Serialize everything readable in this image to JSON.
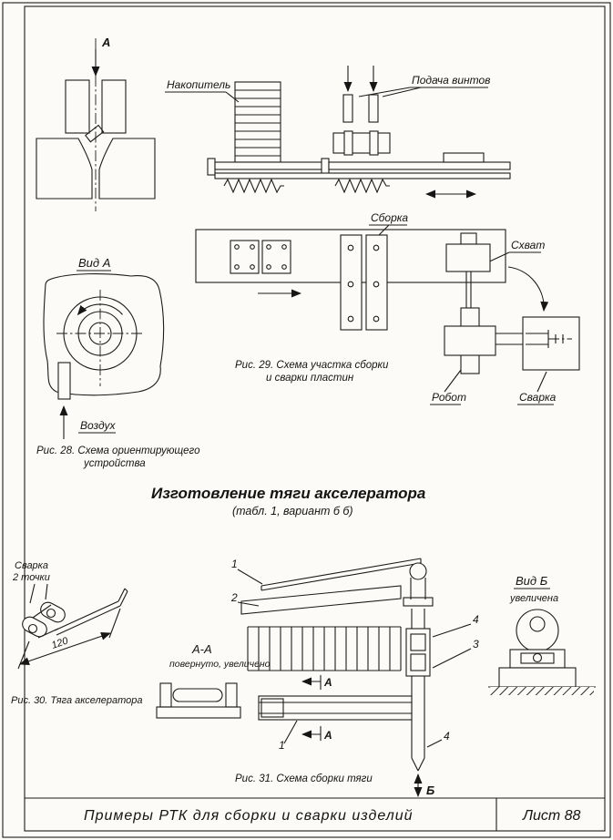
{
  "sheet": {
    "footer_title": "Примеры РТК для сборки и сварки изделий",
    "sheet_number": "Лист 88"
  },
  "fig28": {
    "arrow_label": "А",
    "view_title": "Вид А",
    "air_label": "Воздух",
    "caption_line1": "Рис. 28. Схема ориентирующего",
    "caption_line2": "устройства"
  },
  "fig29": {
    "hopper": "Накопитель",
    "screw_feed": "Подача винтов",
    "assembly": "Сборка",
    "gripper": "Схват",
    "robot": "Робот",
    "welding": "Сварка",
    "caption_line1": "Рис. 29. Схема участка сборки",
    "caption_line2": "и сварки пластин"
  },
  "heading": {
    "title": "Изготовление тяги акселератора",
    "subtitle": "(табл. 1,  вариант б б)"
  },
  "fig30": {
    "weld_note_line1": "Сварка",
    "weld_note_line2": "2 точки",
    "dimension": "120",
    "caption": "Рис. 30.  Тяга акселератора"
  },
  "fig31": {
    "part1": "1",
    "part2": "2",
    "part3": "3",
    "part4": "4",
    "section_label": "А-А",
    "section_note": "повернуто, увеличено",
    "view_b_title": "Вид Б",
    "view_b_note": "увеличена",
    "cut_label": "А",
    "direction_label": "Б",
    "caption": "Рис. 31. Схема сборки тяги"
  }
}
